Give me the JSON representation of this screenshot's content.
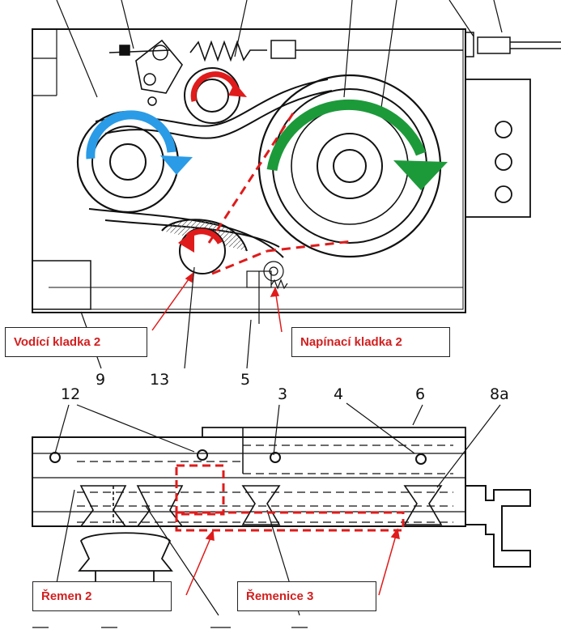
{
  "callouts": {
    "guide_pulley": "Vodící kladka 2",
    "tension_pulley": "Napínací kladka 2",
    "belt": "Řemen 2",
    "pulley": "Řemenice 3"
  },
  "part_numbers": {
    "n13": "13",
    "n9": "9",
    "n5": "5",
    "n12": "12",
    "n3": "3",
    "n4": "4",
    "n6": "6",
    "n8a": "8a"
  },
  "colors": {
    "annotation_red": "#e01b1b",
    "arrow_blue": "#2a9be6",
    "arrow_green": "#1c9a3a",
    "line_art": "#111111"
  }
}
